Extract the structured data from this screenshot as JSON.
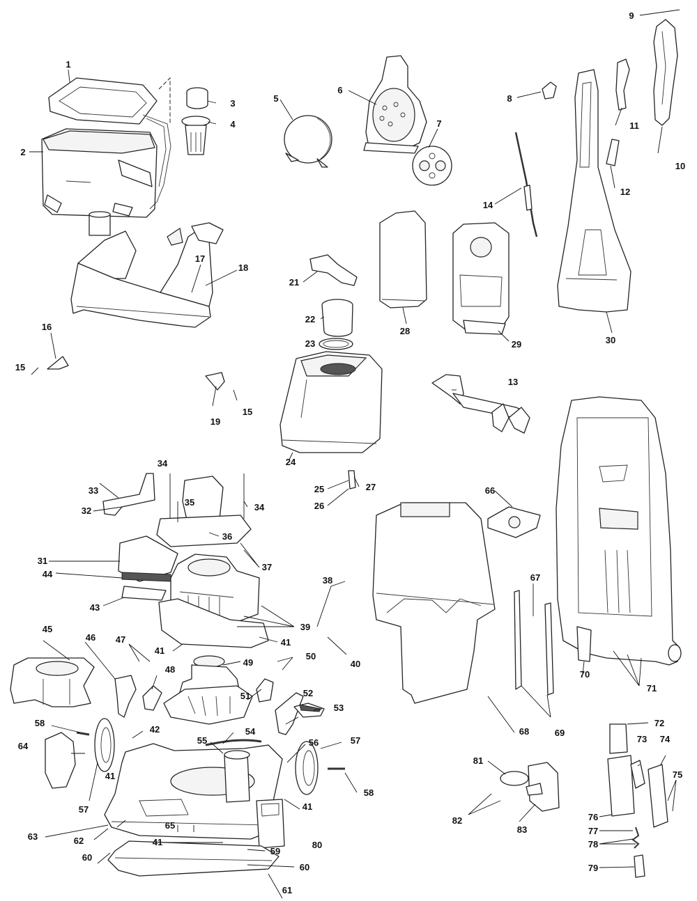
{
  "labels": [
    "1",
    "2",
    "3",
    "4",
    "5",
    "6",
    "7",
    "8",
    "9",
    "10",
    "11",
    "12",
    "13",
    "14",
    "15",
    "16",
    "17",
    "18",
    "19",
    "21",
    "22",
    "23",
    "24",
    "25",
    "26",
    "27",
    "28",
    "29",
    "30",
    "31",
    "32",
    "33",
    "34",
    "35",
    "36",
    "37",
    "38",
    "39",
    "40",
    "41",
    "42",
    "43",
    "44",
    "45",
    "46",
    "47",
    "48",
    "49",
    "50",
    "51",
    "52",
    "53",
    "54",
    "55",
    "56",
    "57",
    "58",
    "59",
    "60",
    "61",
    "62",
    "63",
    "64",
    "65",
    "66",
    "67",
    "68",
    "69",
    "70",
    "71",
    "72",
    "73",
    "74",
    "75",
    "76",
    "77",
    "78",
    "79",
    "80",
    "81",
    "82",
    "83"
  ]
}
